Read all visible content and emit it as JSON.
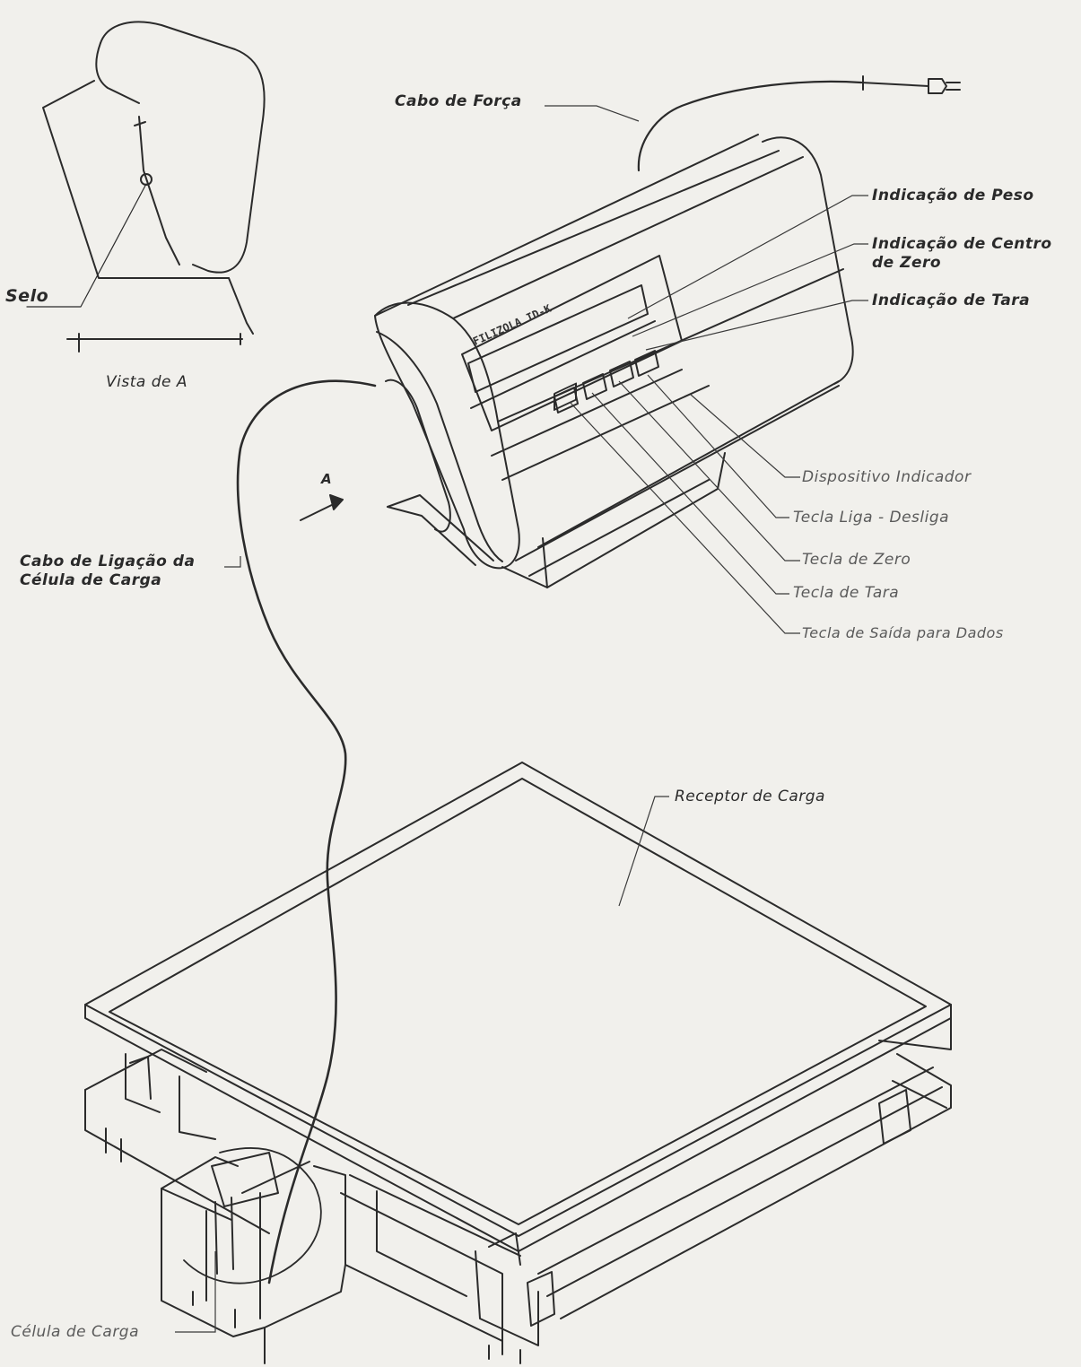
{
  "labels": {
    "cabo_forca": "Cabo de Força",
    "indicacao_peso": "Indicação de Peso",
    "indicacao_centro_zero_l1": "Indicação de Centro",
    "indicacao_centro_zero_l2": "de Zero",
    "indicacao_tara": "Indicação de Tara",
    "selo": "Selo",
    "vista_a": "Vista de A",
    "dispositivo_indicador": "Dispositivo Indicador",
    "tecla_liga_desliga": "Tecla Liga - Desliga",
    "tecla_zero": "Tecla de Zero",
    "tecla_tara": "Tecla de Tara",
    "tecla_saida_dados": "Tecla de Saída para Dados",
    "cabo_ligacao_l1": "Cabo de Ligação da",
    "cabo_ligacao_l2": "Célula de Carga",
    "receptor_carga": "Receptor de Carga",
    "celula_carga": "Célula de Carga",
    "arrow_a": "A"
  },
  "device": {
    "nameplate": "FILIZOLA ID-K"
  }
}
